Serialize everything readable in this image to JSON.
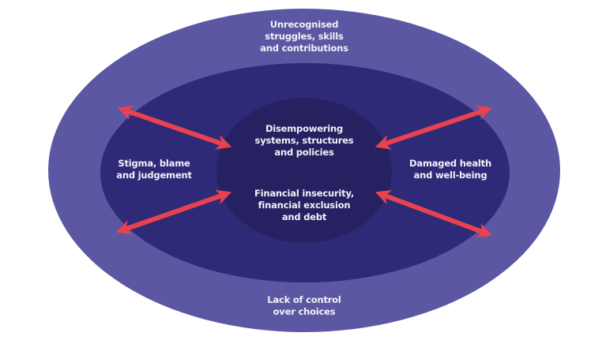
{
  "diagram": {
    "title": "Dimensions of poverty",
    "colors": {
      "outer_ring": "#5b57a3",
      "middle_ring": "#2f2a78",
      "core": "#262160",
      "arrows": "#e8424f",
      "text": "#f2f1f8"
    },
    "outer_labels": {
      "top": "Unrecognised\nstruggles, skills\nand contributions",
      "bottom": "Lack of control\nover choices"
    },
    "middle_labels": {
      "left": "Stigma, blame\nand judgement",
      "right": "Damaged health\nand well-being"
    },
    "core_labels": [
      "Disempowering\nsystems, structures\nand policies",
      "Financial insecurity,\nfinancial exclusion\nand debt"
    ],
    "arrows": [
      {
        "name": "arrow-top-left",
        "direction": "bidirectional"
      },
      {
        "name": "arrow-bottom-left",
        "direction": "bidirectional"
      },
      {
        "name": "arrow-top-right",
        "direction": "bidirectional"
      },
      {
        "name": "arrow-bottom-right",
        "direction": "bidirectional"
      }
    ]
  }
}
